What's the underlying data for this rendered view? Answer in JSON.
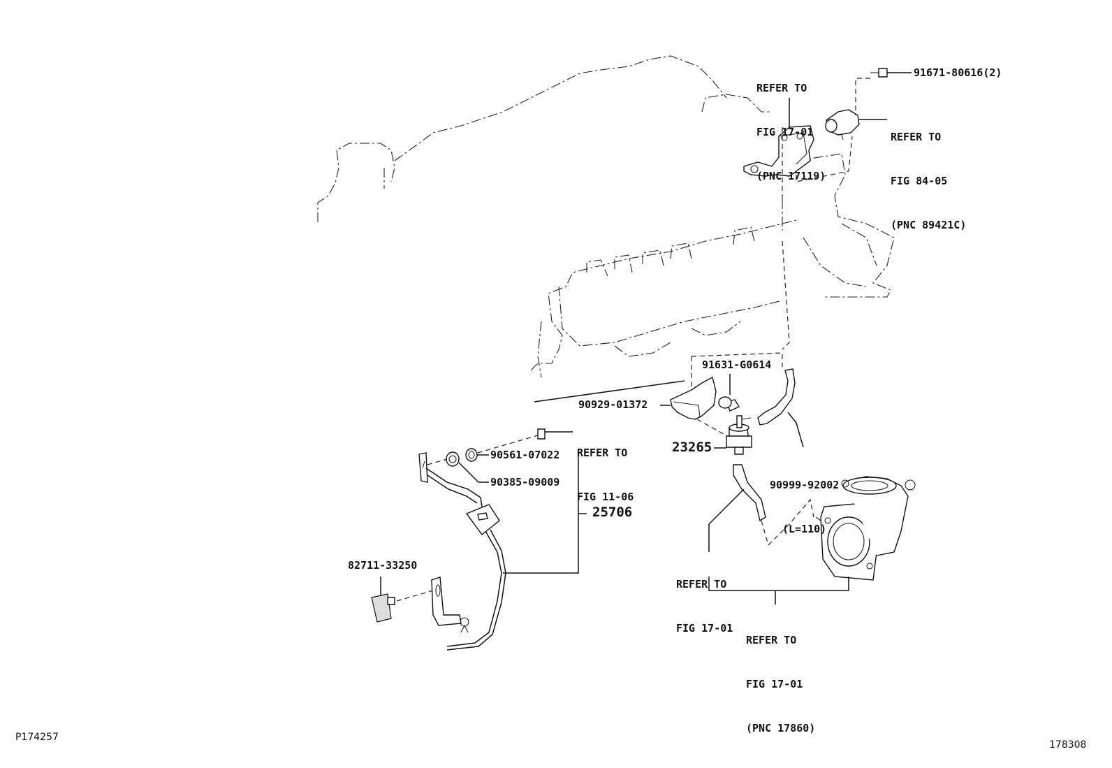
{
  "callouts": {
    "refer_17119": [
      "REFER TO",
      "FIG 17-01",
      "(PNC 17119)"
    ],
    "bolt_91671": "91671-80616(2)",
    "refer_89421c": [
      "REFER TO",
      "FIG 84-05",
      "(PNC 89421C)"
    ],
    "bolt_91631": "91631-G0614",
    "clamp_90929": "90929-01372",
    "refer_1106": [
      "REFER TO",
      "FIG 11-06"
    ],
    "valve_23265": "23265",
    "hose_90999": [
      "90999-92002",
      "(L=110)"
    ],
    "gasket_90561": "90561-07022",
    "nut_90385": "90385-09009",
    "pipe_25706": "25706",
    "clamp_82711": "82711-33250",
    "refer_1701": [
      "REFER TO",
      "FIG 17-01"
    ],
    "refer_17860": [
      "REFER TO",
      "FIG 17-01",
      "(PNC 17860)"
    ]
  },
  "footer": {
    "left_code": "P174257",
    "right_code": "178308"
  }
}
